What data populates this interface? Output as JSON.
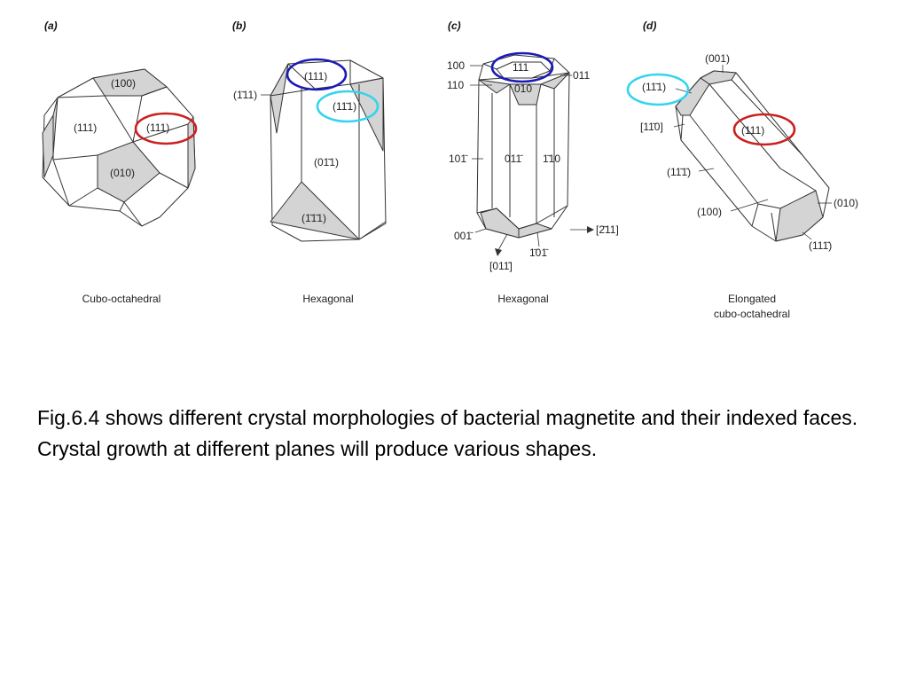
{
  "figure": {
    "panels": [
      {
        "id": "a",
        "panel_label": "(a)",
        "caption": "Cubo-octahedral",
        "face_labels": [
          "(100)",
          "(111)",
          "(111)",
          "(010)"
        ]
      },
      {
        "id": "b",
        "panel_label": "(b)",
        "caption": "Hexagonal",
        "face_labels": [
          "(111)",
          "(1̄11)",
          "(11̄1)",
          "(01̄1)",
          "(1̄1̄1)"
        ]
      },
      {
        "id": "c",
        "panel_label": "(c)",
        "caption": "Hexagonal",
        "face_labels": [
          "100",
          "111",
          "011",
          "110",
          "010",
          "101̄",
          "011̄",
          "1̄10",
          "001̄",
          "1̄01̄"
        ],
        "direction_labels": [
          "[2̄11]",
          "[011̄]"
        ]
      },
      {
        "id": "d",
        "panel_label": "(d)",
        "caption_lines": [
          "Elongated",
          "cubo-octahedral"
        ],
        "face_labels": [
          "(001)",
          "(11̄1)",
          "[11̄0]",
          "(111)",
          "(11̄1̄)",
          "(010)",
          "(100)",
          "(111̄)"
        ]
      }
    ],
    "highlight_colors": {
      "red": "#cc1f1f",
      "blue": "#1a1ab8",
      "cyan": "#33d4ee"
    }
  },
  "caption": "Fig.6.4 shows different crystal morphologies of bacterial magnetite and their indexed faces.  Crystal growth at different planes will produce various shapes."
}
